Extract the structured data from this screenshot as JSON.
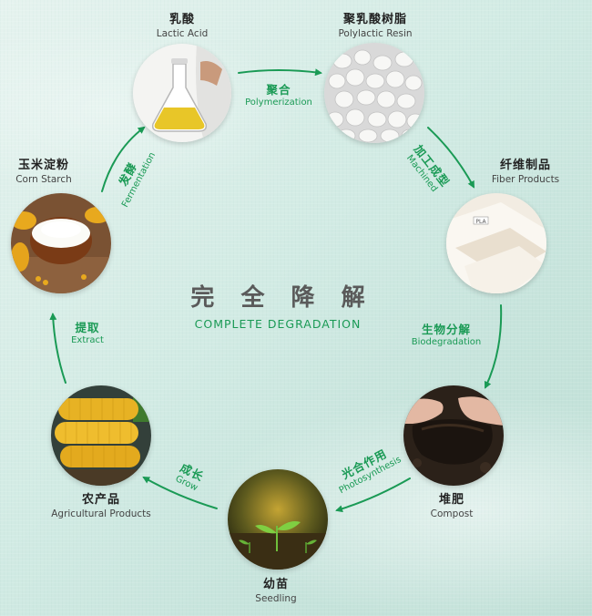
{
  "center": {
    "title_zh": "完 全 降 解",
    "title_en": "COMPLETE DEGRADATION"
  },
  "nodes": [
    {
      "id": "lactic-acid",
      "zh": "乳酸",
      "en": "Lactic Acid"
    },
    {
      "id": "polylactic-resin",
      "zh": "聚乳酸树脂",
      "en": "Polylactic Resin"
    },
    {
      "id": "fiber-products",
      "zh": "纤维制品",
      "en": "Fiber Products"
    },
    {
      "id": "compost",
      "zh": "堆肥",
      "en": "Compost"
    },
    {
      "id": "seedling",
      "zh": "幼苗",
      "en": "Seedling"
    },
    {
      "id": "agricultural-products",
      "zh": "农产品",
      "en": "Agricultural Products"
    },
    {
      "id": "corn-starch",
      "zh": "玉米淀粉",
      "en": "Corn Starch"
    }
  ],
  "steps": [
    {
      "id": "polymerization",
      "zh": "聚合",
      "en": "Polymerization"
    },
    {
      "id": "machined",
      "zh": "加工成型",
      "en": "Machined"
    },
    {
      "id": "biodegradation",
      "zh": "生物分解",
      "en": "Biodegradation"
    },
    {
      "id": "photosynthesis",
      "zh": "光合作用",
      "en": "Photosynthesis"
    },
    {
      "id": "grow",
      "zh": "成长",
      "en": "Grow"
    },
    {
      "id": "extract",
      "zh": "提取",
      "en": "Extract"
    },
    {
      "id": "fermentation",
      "zh": "发酵",
      "en": "Fermentation"
    }
  ],
  "fiber_tag": "PLA",
  "colors": {
    "accent_green": "#1a9a55",
    "text_dark": "#222222",
    "text_grey": "#5a5a5a"
  }
}
